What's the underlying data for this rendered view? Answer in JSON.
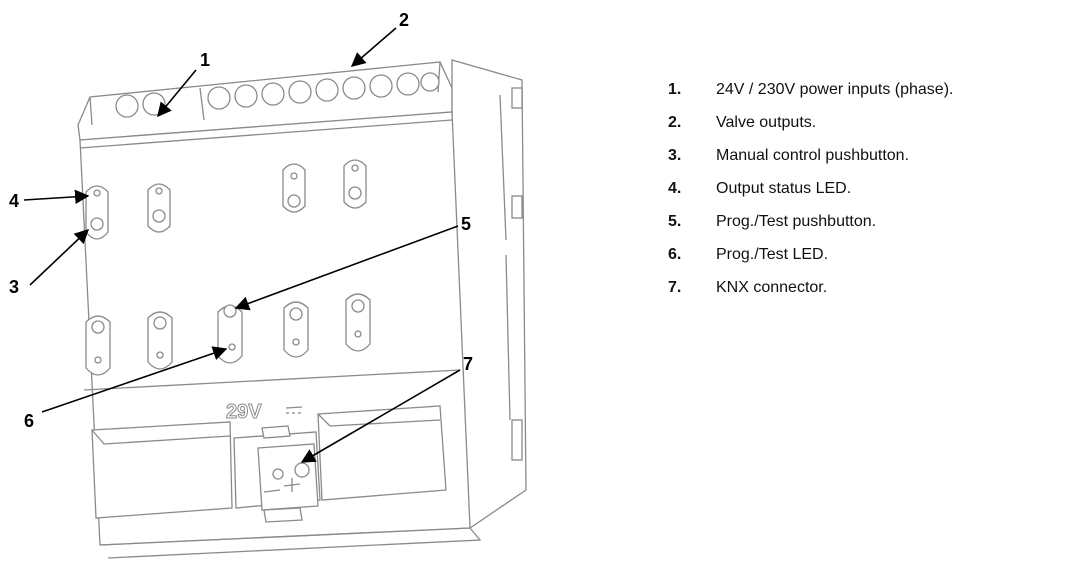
{
  "diagram": {
    "device_marking": "29V",
    "callouts": [
      "1",
      "2",
      "3",
      "4",
      "5",
      "6",
      "7"
    ],
    "legend": [
      {
        "num": "1.",
        "text": "24V / 230V power inputs (phase)."
      },
      {
        "num": "2.",
        "text": "Valve outputs."
      },
      {
        "num": "3.",
        "text": "Manual control pushbutton."
      },
      {
        "num": "4.",
        "text": "Output status LED."
      },
      {
        "num": "5.",
        "text": "Prog./Test pushbutton."
      },
      {
        "num": "6.",
        "text": "Prog./Test LED."
      },
      {
        "num": "7.",
        "text": "KNX connector."
      }
    ]
  }
}
